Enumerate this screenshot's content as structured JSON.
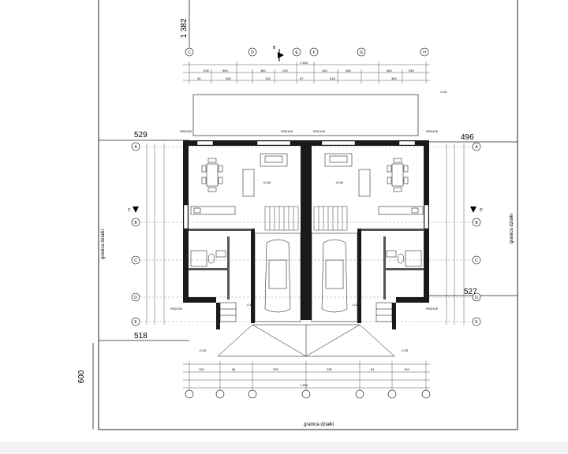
{
  "site": {
    "dim_top": "1 382",
    "dim_left_upper": "529",
    "dim_right_upper": "496",
    "dim_left_lower": "518",
    "dim_right_lower": "527",
    "dim_left_vertical": "600",
    "boundary_left": "granica działki",
    "boundary_right": "granica działki",
    "boundary_bottom": "granica działki"
  },
  "levels": {
    "ground_left": "+0,00",
    "ground_right": "+0,00",
    "terrain_top": "-0,25",
    "terrain_bottom_left": "-0,25",
    "terrain_bottom_right": "-0,25",
    "garage_left": "-0,17",
    "garage_right": "-0,17"
  },
  "windows": {
    "top_left": "RSD100",
    "top_center_left": "RSD100",
    "top_center_right": "RSD100",
    "top_right": "RSD100",
    "bottom_left": "RSD150",
    "bottom_right": "RSD150"
  },
  "axes": {
    "top": [
      "C",
      "D",
      "E",
      "F",
      "G",
      "H"
    ],
    "left": [
      "A",
      "B",
      "C",
      "D",
      "E"
    ],
    "right": [
      "A",
      "B",
      "C",
      "D",
      "E"
    ]
  },
  "section_markers": {
    "top": "B",
    "left": "C",
    "right": "D"
  }
}
